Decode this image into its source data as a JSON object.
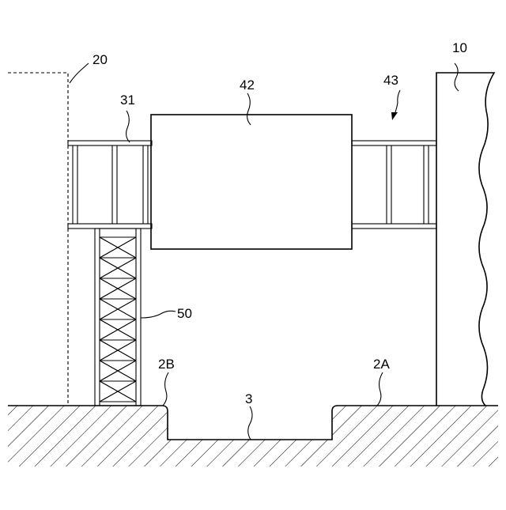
{
  "figure": {
    "labels": {
      "wall": "10",
      "boundary": "20",
      "frame": "31",
      "block": "42",
      "arrow_ref": "43",
      "tower": "50",
      "ground_left": "2B",
      "ground_right": "2A",
      "pit": "3"
    }
  }
}
